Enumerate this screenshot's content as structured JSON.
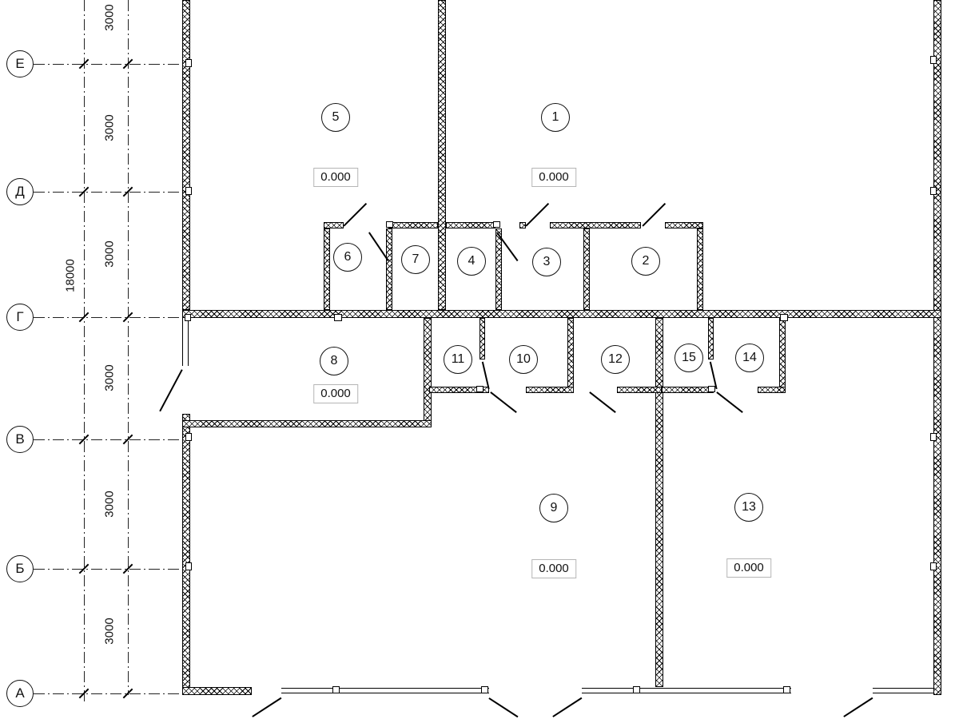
{
  "axes": {
    "letters": [
      {
        "label": "Е"
      },
      {
        "label": "Д"
      },
      {
        "label": "Г"
      },
      {
        "label": "В"
      },
      {
        "label": "Б"
      },
      {
        "label": "А"
      }
    ],
    "overall": "18000",
    "spacings": [
      {
        "label": "3000"
      },
      {
        "label": "3000"
      },
      {
        "label": "3000"
      },
      {
        "label": "3000"
      },
      {
        "label": "3000"
      },
      {
        "label": "3000"
      }
    ]
  },
  "rooms": [
    {
      "number": "5"
    },
    {
      "number": "1"
    },
    {
      "number": "6"
    },
    {
      "number": "7"
    },
    {
      "number": "4"
    },
    {
      "number": "3"
    },
    {
      "number": "2"
    },
    {
      "number": "8"
    },
    {
      "number": "11"
    },
    {
      "number": "10"
    },
    {
      "number": "12"
    },
    {
      "number": "15"
    },
    {
      "number": "14"
    },
    {
      "number": "9"
    },
    {
      "number": "13"
    }
  ],
  "elevations": [
    {
      "value": "0.000"
    },
    {
      "value": "0.000"
    },
    {
      "value": "0.000"
    },
    {
      "value": "0.000"
    },
    {
      "value": "0.000"
    }
  ]
}
